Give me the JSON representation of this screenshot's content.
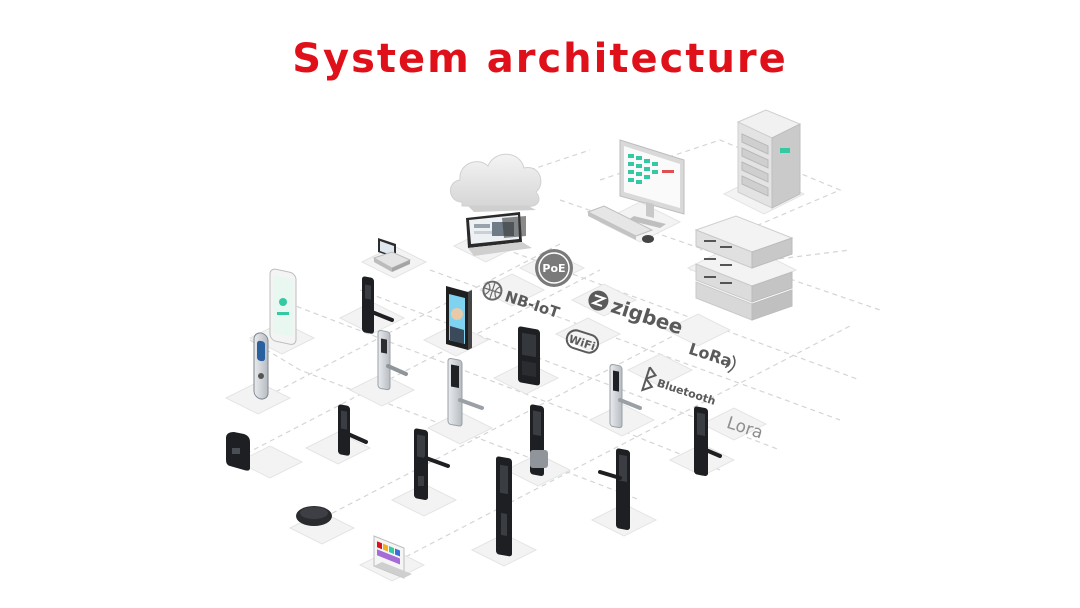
{
  "title": "System architecture",
  "colors": {
    "title": "#e0101a",
    "tile": "#f3f3f3",
    "tile_edge": "#e4e4e4",
    "dash": "#d5d5d5",
    "device_dark": "#1e1f22",
    "device_silver": "#c9ccd0",
    "screen_teal": "#35c9a3",
    "tech_label": "#5a5a5a",
    "lora_light": "#8e8e8e"
  },
  "technologies": {
    "poe": "PoE",
    "nbiot": "NB-IoT",
    "zigbee": "zigbee",
    "wifi": "WiFi",
    "lora_brand": "LoRa",
    "bluetooth": "Bluetooth",
    "lora_plain": "Lora"
  },
  "nodes": {
    "cloud": "cloud-icon",
    "management_pc": "monitor-icon",
    "server_tower": "server-icon",
    "rack_gateway": "rack-server-icon",
    "laptop": "laptop-icon",
    "pos_terminal": "pos-terminal-icon",
    "smartphone": "smartphone-icon",
    "face_terminal": "face-recognition-terminal-icon",
    "card_reader": "card-reader-icon",
    "encoder": "card-encoder-icon",
    "palette": "color-panel-icon",
    "smart_locks": "smart-lock-icon"
  }
}
